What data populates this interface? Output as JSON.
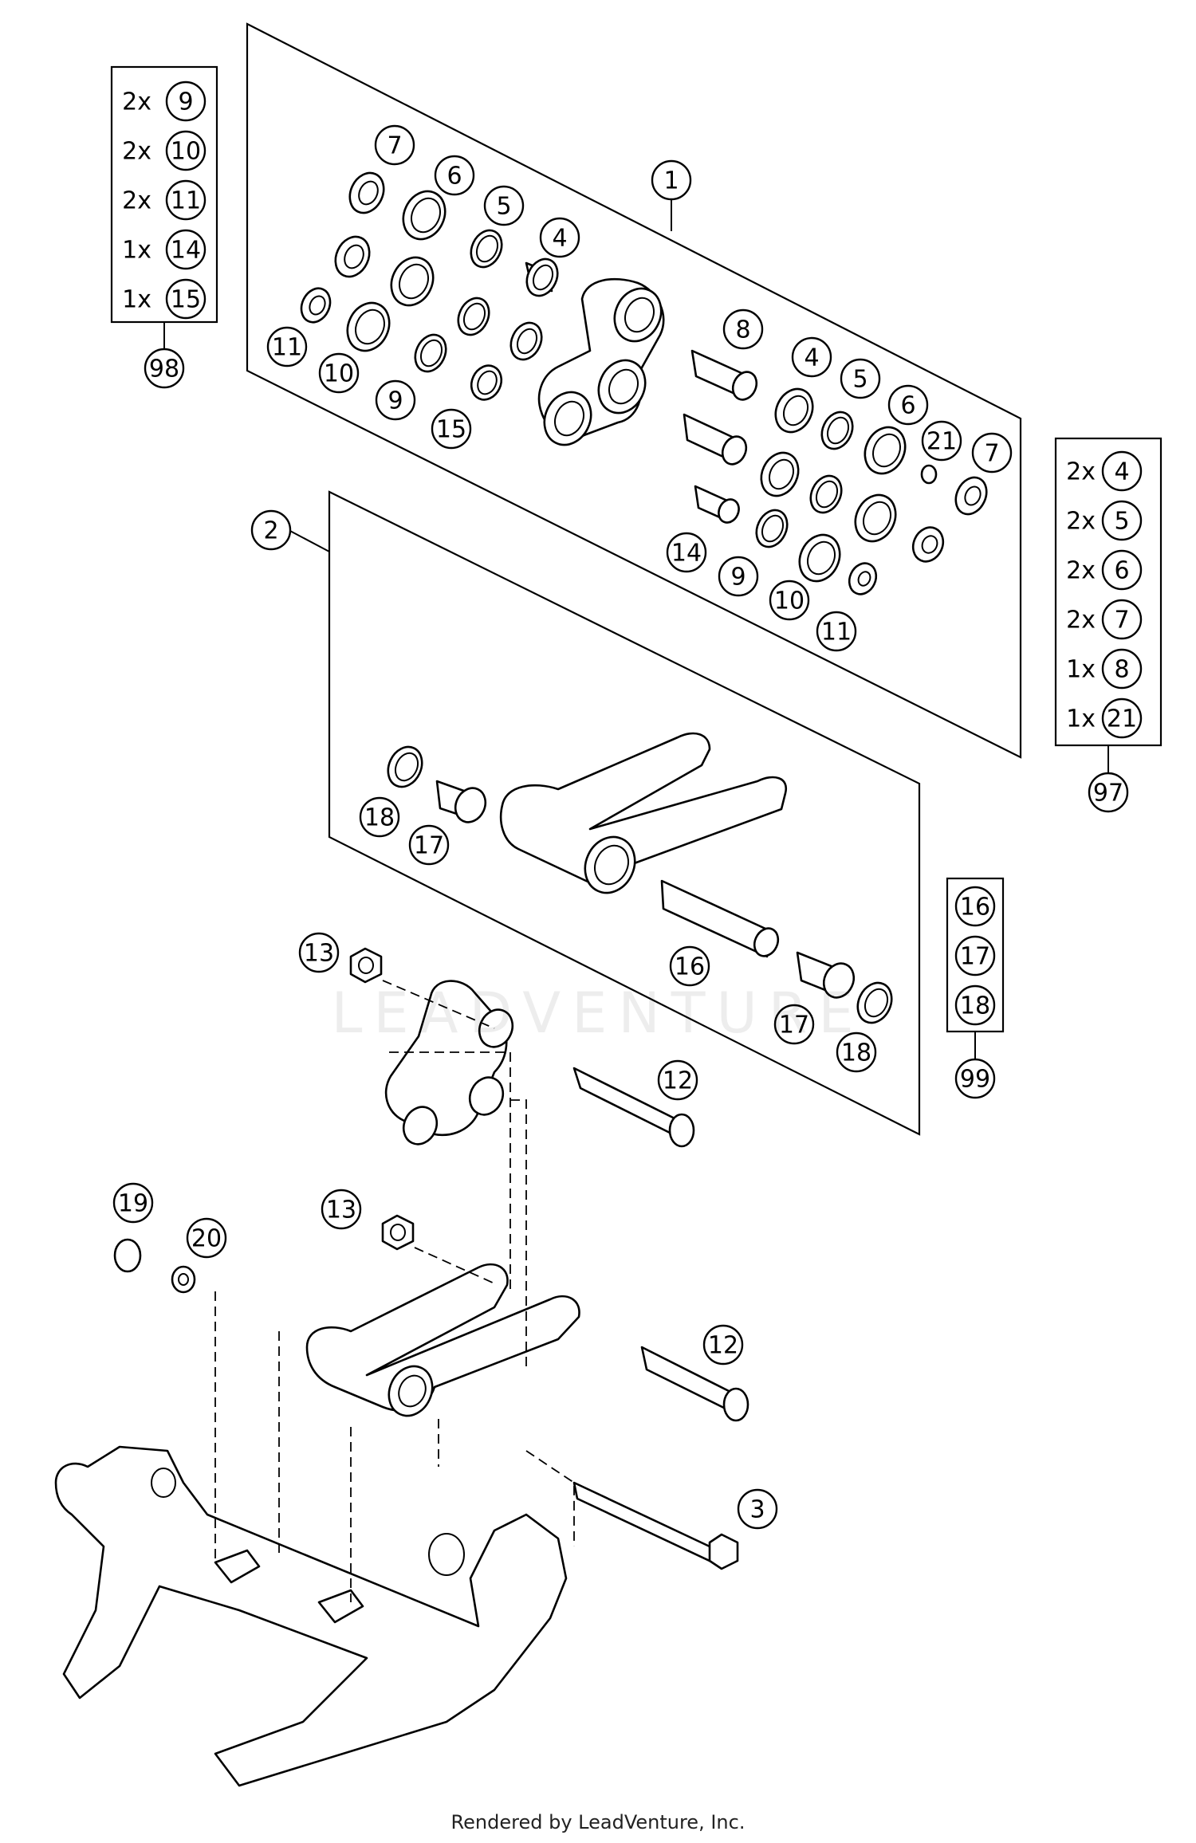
{
  "callouts": {
    "p1": "1",
    "p2": "2",
    "p3": "3",
    "k1_7": "7",
    "k1_6": "6",
    "k1_5": "5",
    "k1_4": "4",
    "k1_11": "11",
    "k1_10": "10",
    "k1_9": "9",
    "k1_15": "15",
    "k1_8": "8",
    "k1_4b": "4",
    "k1_5b": "5",
    "k1_6b": "6",
    "k1_21": "21",
    "k1_7b": "7",
    "k1_14": "14",
    "k1_9b": "9",
    "k1_10b": "10",
    "k1_11b": "11",
    "k2_18": "18",
    "k2_17": "17",
    "k2_16": "16",
    "k2_17b": "17",
    "k2_18b": "18",
    "p13a": "13",
    "p12a": "12",
    "p13b": "13",
    "p12b": "12",
    "p19": "19",
    "p20": "20"
  },
  "kits": {
    "kit98": {
      "label": "98",
      "entries": [
        {
          "qty": "2x",
          "part": "9"
        },
        {
          "qty": "2x",
          "part": "10"
        },
        {
          "qty": "2x",
          "part": "11"
        },
        {
          "qty": "1x",
          "part": "14"
        },
        {
          "qty": "1x",
          "part": "15"
        }
      ]
    },
    "kit97": {
      "label": "97",
      "entries": [
        {
          "qty": "2x",
          "part": "4"
        },
        {
          "qty": "2x",
          "part": "5"
        },
        {
          "qty": "2x",
          "part": "6"
        },
        {
          "qty": "2x",
          "part": "7"
        },
        {
          "qty": "1x",
          "part": "8"
        },
        {
          "qty": "1x",
          "part": "21"
        }
      ]
    },
    "kit99": {
      "label": "99",
      "entries": [
        {
          "qty": "",
          "part": "16"
        },
        {
          "qty": "",
          "part": "17"
        },
        {
          "qty": "",
          "part": "18"
        }
      ]
    }
  },
  "watermark": "LEADVENTURE",
  "footer": "Rendered by LeadVenture, Inc."
}
